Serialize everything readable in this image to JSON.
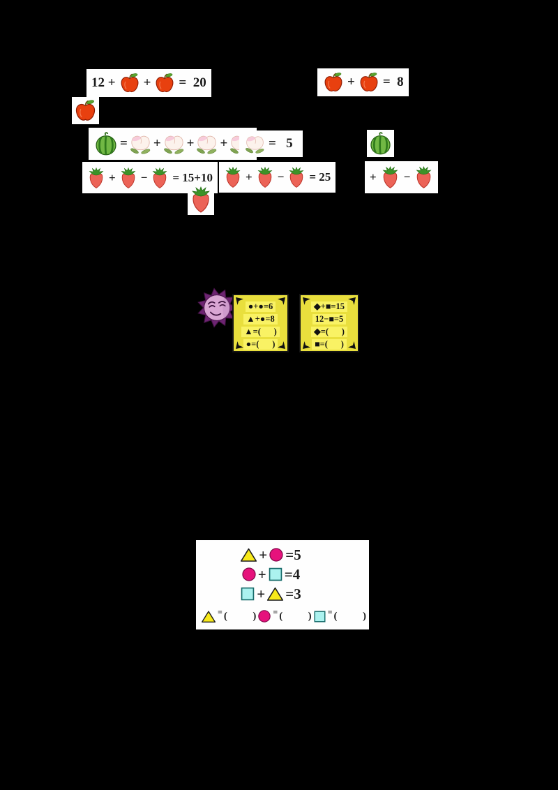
{
  "colors": {
    "background": "#000000",
    "patch_white": "#fefefe",
    "card_yellow": "#e9df3d",
    "card_strip_yellow": "#f9f264",
    "sun_spike_purple": "#6d2472",
    "sun_face_lilac": "#d9a6d4",
    "apple_red": "#e8400f",
    "watermelon_green": "#71b844",
    "peach_cream": "#fcf2ec",
    "strawberry_red": "#ec6357",
    "triangle_yellow": "#f8e91a",
    "circle_pink": "#e6127c",
    "square_cyan": "#abf2ef"
  },
  "icons": {
    "apple": "apple-icon",
    "watermelon": "watermelon-icon",
    "peach": "peach-icon",
    "strawberry": "strawberry-icon",
    "sun": "sun-face-icon",
    "triangle": "triangle-icon",
    "circle": "circle-icon",
    "square": "square-icon"
  },
  "fruit_equations": {
    "apple_sum": {
      "lead": "12 +",
      "plus": "+",
      "result": "=  20"
    },
    "apple_pair": {
      "plus": "+",
      "result": "=  8"
    },
    "melon_peaches": {
      "equals": "=",
      "plus1": "+",
      "plus2": "+",
      "plus3": "+"
    },
    "peach_value": {
      "result": "=   5"
    },
    "berries_a": {
      "plus": "+",
      "minus": "−",
      "result": "= 15+10"
    },
    "berries_b": {
      "plus": "+",
      "minus": "−",
      "result": "= 25"
    },
    "berries_c": {
      "plus": "+",
      "minus": "−"
    }
  },
  "note_cards": {
    "left": {
      "lines": [
        "●+●=6",
        "▲+●=8",
        "▲=(      )",
        "●=(      )"
      ]
    },
    "right": {
      "lines": [
        "◆+■=15",
        "12−■=5",
        "◆=(      )",
        "■=(      )"
      ]
    }
  },
  "shape_puzzle": {
    "rows": [
      {
        "op": "+",
        "rhs": "=5"
      },
      {
        "op": "+",
        "rhs": "=4"
      },
      {
        "op": "+",
        "rhs": "=3"
      }
    ],
    "answers": [
      {
        "eq": "=",
        "parens": "(      )"
      },
      {
        "eq": "=",
        "parens": "(      )"
      },
      {
        "eq": "=",
        "parens": "(      )"
      }
    ]
  }
}
